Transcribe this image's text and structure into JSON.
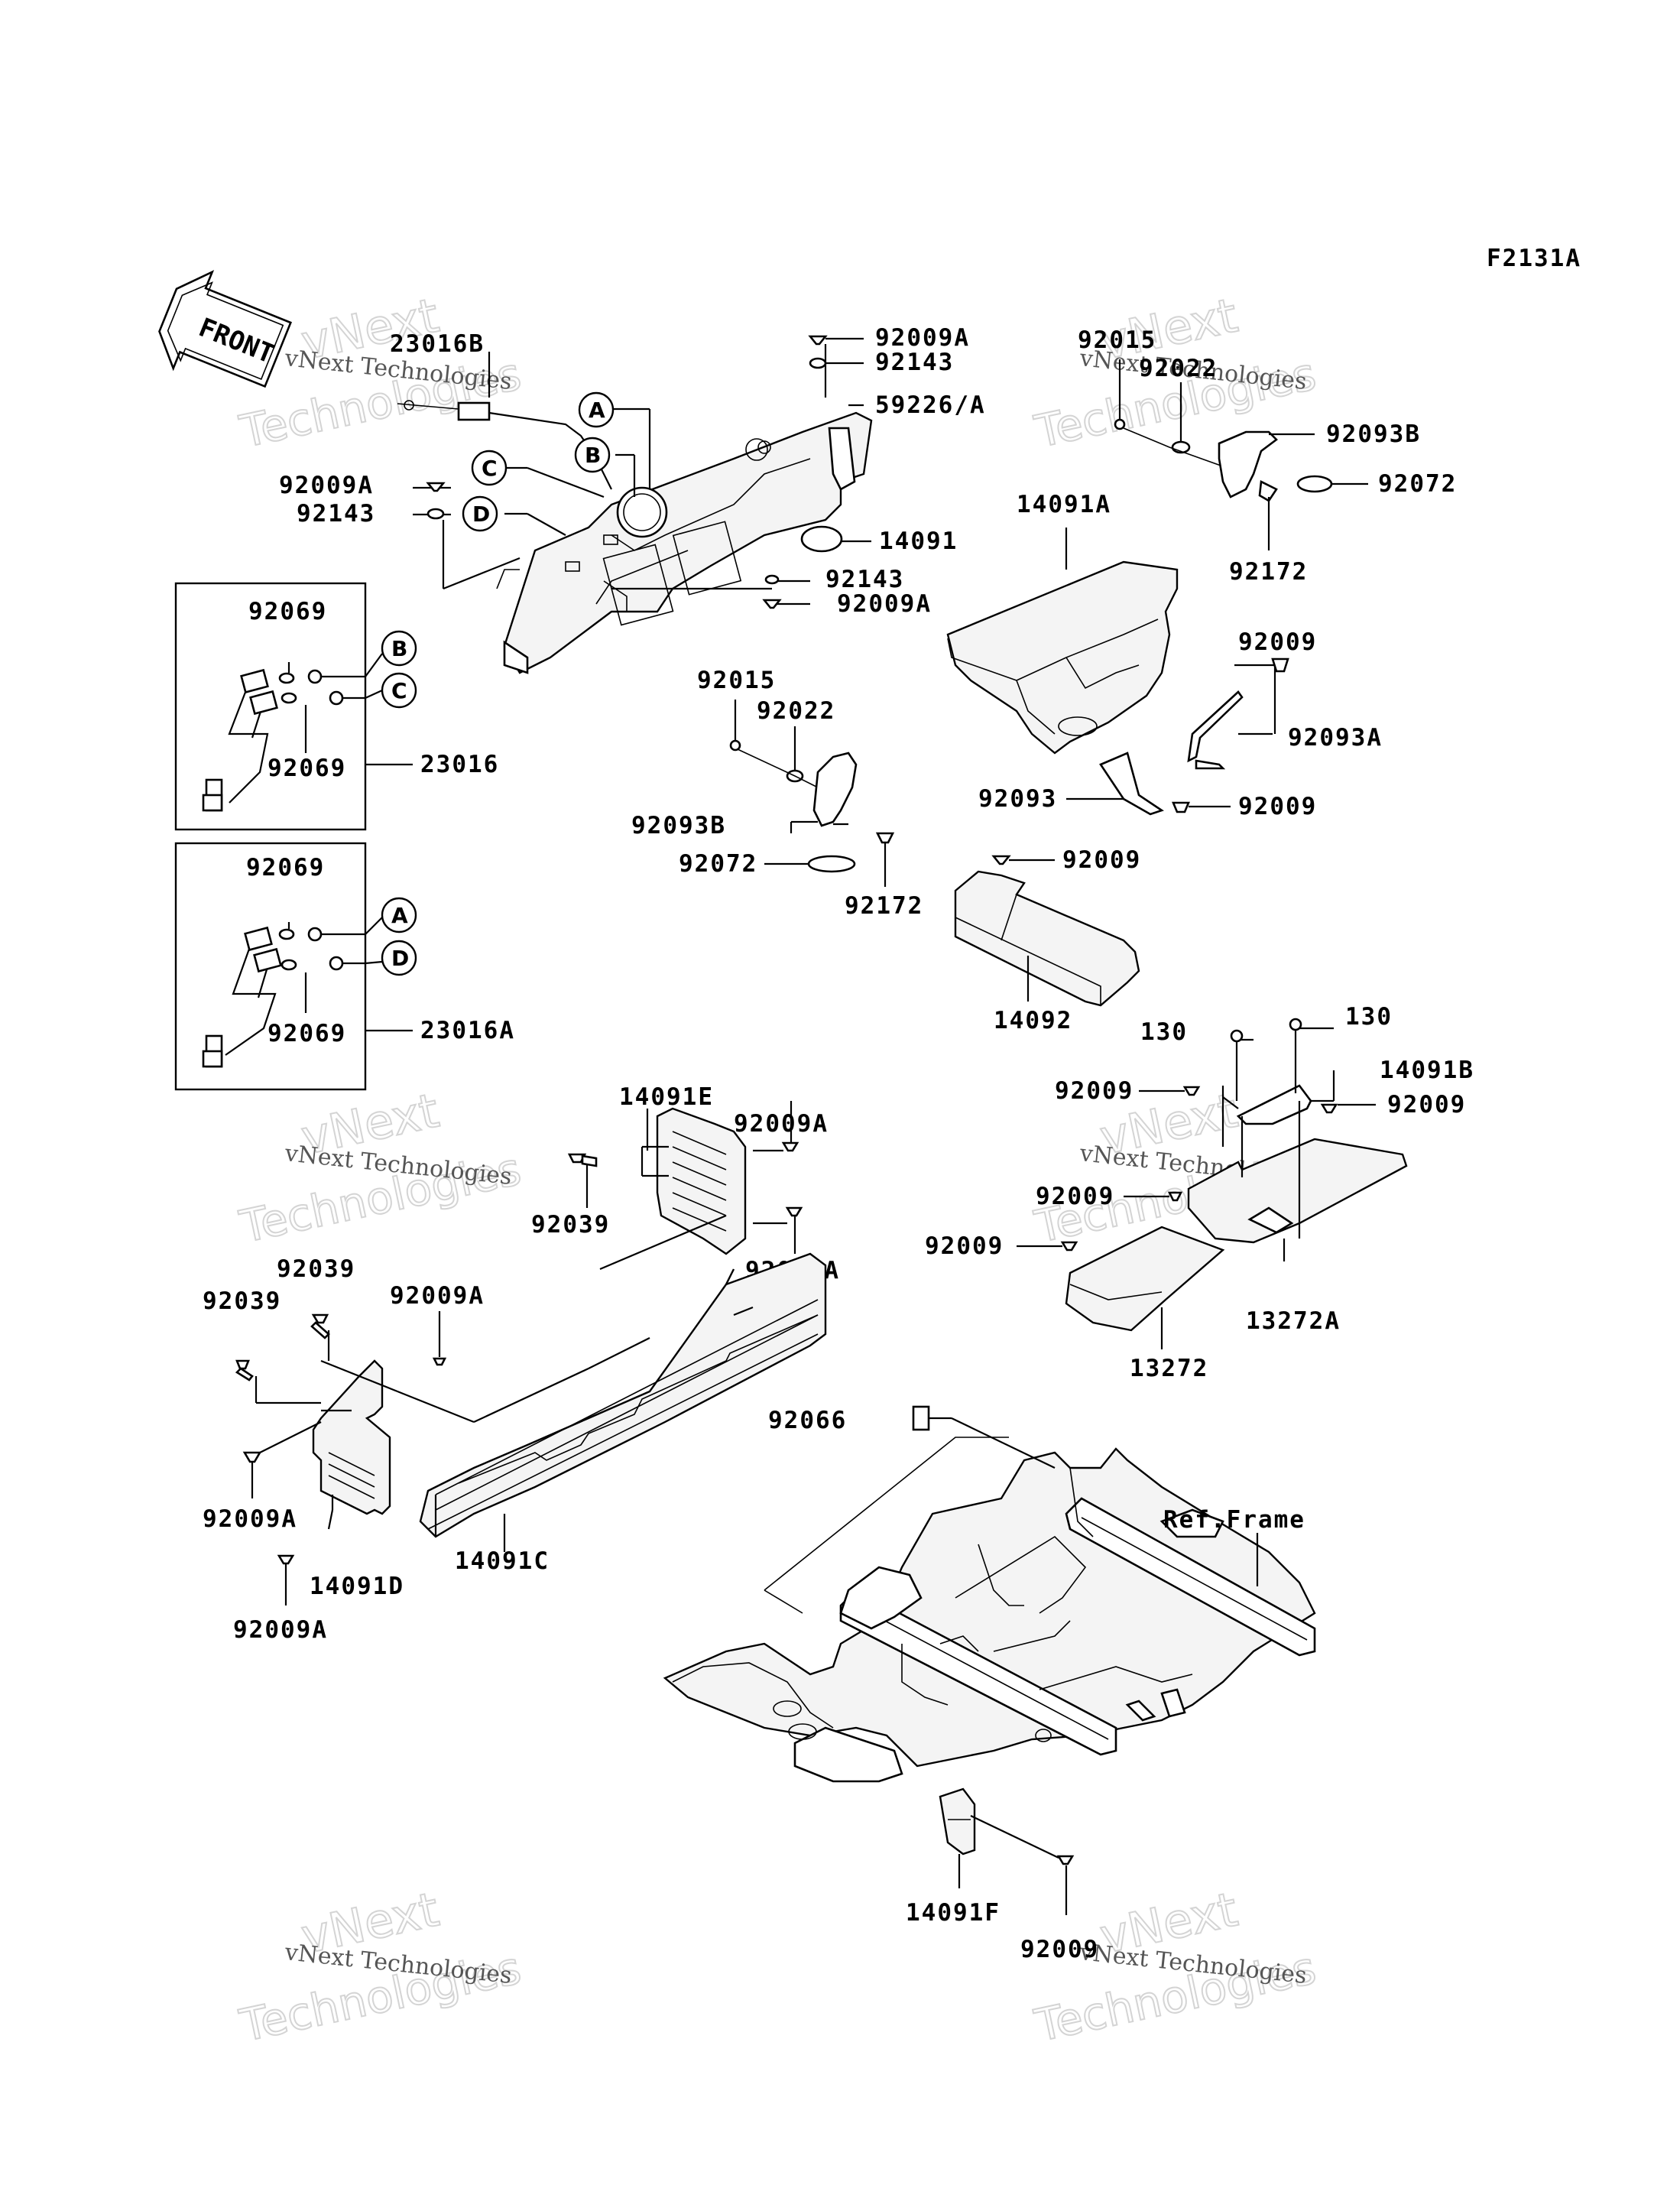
{
  "figure_code": "F2131A",
  "front_arrow_label": "FRONT",
  "ref_frame_label": "Ref.Frame",
  "watermark": {
    "line1": "vNext Technologies",
    "line2": "vNext",
    "line3": "Technologies"
  },
  "callouts": [
    "A",
    "B",
    "C",
    "D"
  ],
  "part_labels": {
    "p23016B": "23016B",
    "p92009A_top": "92009A",
    "p92143_top": "92143",
    "p59226A": "59226/A",
    "p92015_tr": "92015",
    "p92022_tr": "92022",
    "p92093B_tr": "92093B",
    "p92072_tr": "92072",
    "p92172_tr": "92172",
    "p92009A_left": "92009A",
    "p92143_left": "92143",
    "p14091": "14091",
    "p92143_mid": "92143",
    "p92009A_mid": "92009A",
    "p14091A": "14091A",
    "p92009_r1": "92009",
    "p92093A": "92093A",
    "p92093": "92093",
    "p92009_r2": "92009",
    "p92069_b1": "92069",
    "p92069_b2": "92069",
    "p23016": "23016",
    "p92015_c": "92015",
    "p92022_c": "92022",
    "p92093B_c": "92093B",
    "p92072_c": "92072",
    "p92172_c": "92172",
    "p92009_c": "92009",
    "p14092": "14092",
    "p92069_b3": "92069",
    "p92069_b4": "92069",
    "p23016A": "23016A",
    "p130_a": "130",
    "p130_b": "130",
    "p14091B": "14091B",
    "p92009_r3": "92009",
    "p92009_r4": "92009",
    "p92009_r5": "92009",
    "p92009_r6": "92009",
    "p13272A": "13272A",
    "p13272": "13272",
    "p14091E": "14091E",
    "p92009A_e1": "92009A",
    "p92039_e": "92039",
    "p92009A_e2": "92009A",
    "p92039_l1": "92039",
    "p92039_l2": "92039",
    "p92009A_l1": "92009A",
    "p92009A_l2": "92009A",
    "p14091D": "14091D",
    "p92009A_l3": "92009A",
    "p14091C": "14091C",
    "p92066": "92066",
    "p14091F": "14091F",
    "p92009_bot": "92009"
  }
}
